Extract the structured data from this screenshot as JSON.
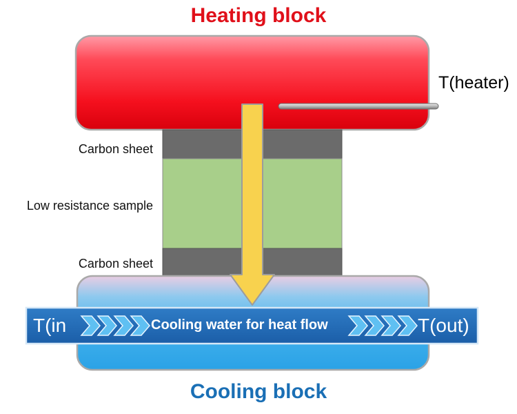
{
  "heating_block": {
    "title": "Heating block",
    "color": "#e8101a"
  },
  "cooling_block": {
    "title": "Cooling block",
    "color": "#1a6fb5"
  },
  "heater_sensor": {
    "label": "T(heater)"
  },
  "layers": {
    "top_carbon_sheet": "Carbon sheet",
    "sample": "Low resistance sample",
    "bottom_carbon_sheet": "Carbon sheet"
  },
  "cooling_channel": {
    "inlet_label": "T(in",
    "outlet_label": "T(out)",
    "description": "Cooling water for heat flow"
  },
  "colors": {
    "carbon_sheet": "#6b6b6b",
    "sample": "#a8cf8a",
    "heat_arrow": "#f8d24e",
    "channel": "#1f68b4"
  }
}
